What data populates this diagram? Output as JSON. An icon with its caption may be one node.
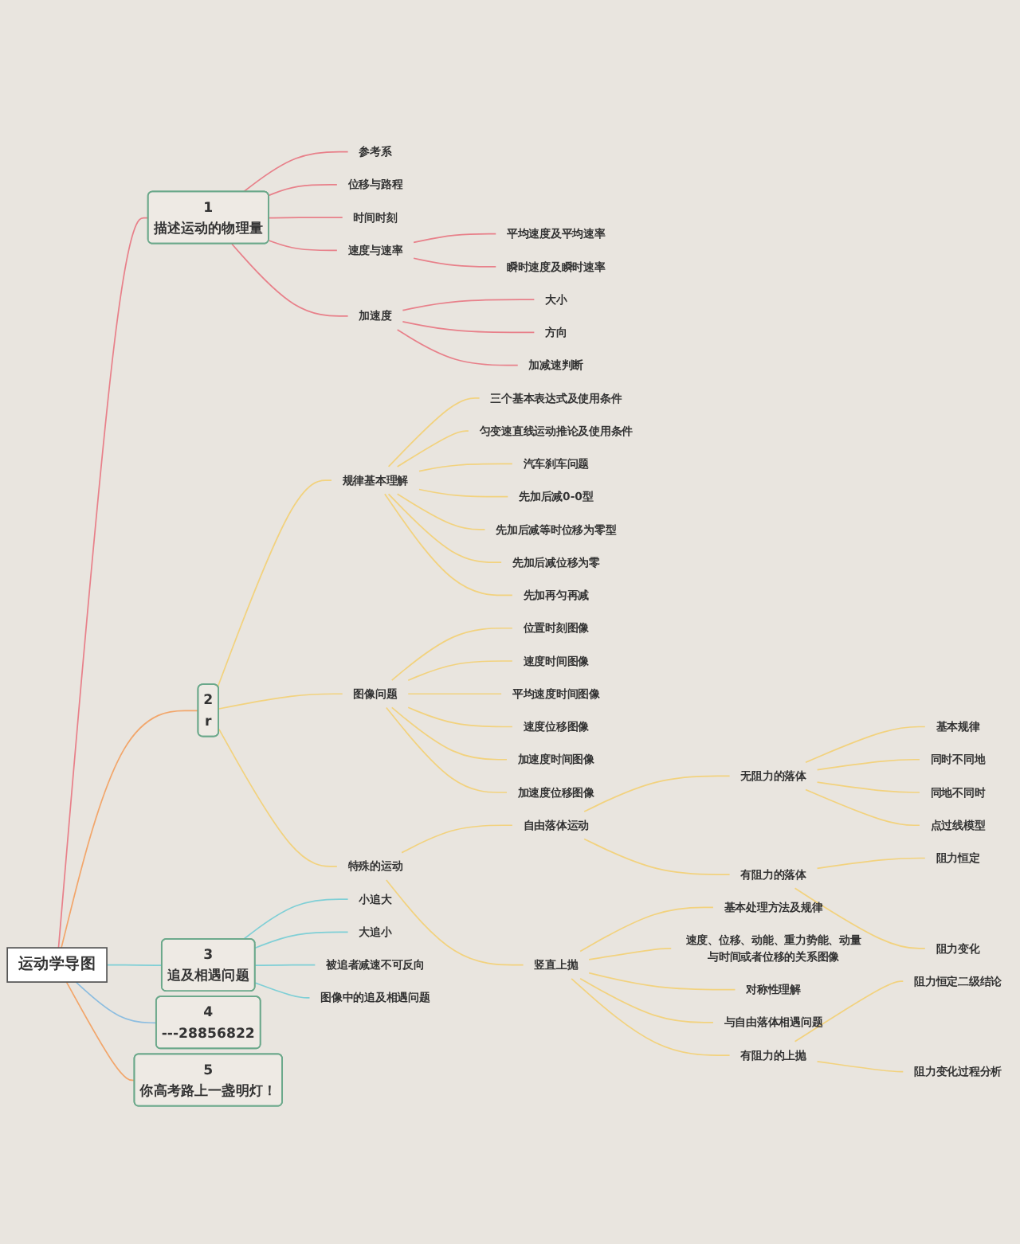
{
  "diagram": {
    "nodes": [
      {
        "text": [
          "运动学导图"
        ]
      },
      {
        "text": [
          "1",
          "描述运动的物理量"
        ]
      },
      {
        "text": [
          "参考系"
        ]
      },
      {
        "text": [
          "位移与路程"
        ]
      },
      {
        "text": [
          "时间时刻"
        ]
      },
      {
        "text": [
          "速度与速率"
        ]
      },
      {
        "text": [
          "平均速度及平均速率"
        ]
      },
      {
        "text": [
          "瞬时速度及瞬时速率"
        ]
      },
      {
        "text": [
          "加速度"
        ]
      },
      {
        "text": [
          "大小"
        ]
      },
      {
        "text": [
          "方向"
        ]
      },
      {
        "text": [
          "加减速判断"
        ]
      },
      {
        "text": [
          "2",
          "r"
        ]
      },
      {
        "text": [
          "规律基本理解"
        ]
      },
      {
        "text": [
          "三个基本表达式及使用条件"
        ]
      },
      {
        "text": [
          "匀变速直线运动推论及使用条件"
        ]
      },
      {
        "text": [
          "汽车刹车问题"
        ]
      },
      {
        "text": [
          "先加后减0-0型"
        ]
      },
      {
        "text": [
          "先加后减等时位移为零型"
        ]
      },
      {
        "text": [
          "先加后减位移为零"
        ]
      },
      {
        "text": [
          "先加再匀再减"
        ]
      },
      {
        "text": [
          "图像问题"
        ]
      },
      {
        "text": [
          "位置时刻图像"
        ]
      },
      {
        "text": [
          "速度时间图像"
        ]
      },
      {
        "text": [
          "平均速度时间图像"
        ]
      },
      {
        "text": [
          "速度位移图像"
        ]
      },
      {
        "text": [
          "加速度时间图像"
        ]
      },
      {
        "text": [
          "加速度位移图像"
        ]
      },
      {
        "text": [
          "特殊的运动"
        ]
      },
      {
        "text": [
          "自由落体运动"
        ]
      },
      {
        "text": [
          "无阻力的落体"
        ]
      },
      {
        "text": [
          "基本规律"
        ]
      },
      {
        "text": [
          "同时不同地"
        ]
      },
      {
        "text": [
          "同地不同时"
        ]
      },
      {
        "text": [
          "点过线模型"
        ]
      },
      {
        "text": [
          "有阻力的落体"
        ]
      },
      {
        "text": [
          "阻力恒定"
        ]
      },
      {
        "text": [
          "阻力变化"
        ]
      },
      {
        "text": [
          "竖直上抛"
        ]
      },
      {
        "text": [
          "基本处理方法及规律"
        ]
      },
      {
        "text": [
          "速度、位移、动能、重力势能、动量与时间或者位移的关系图像"
        ]
      },
      {
        "text": [
          "对称性理解"
        ]
      },
      {
        "text": [
          "与自由落体相遇问题"
        ]
      },
      {
        "text": [
          "有阻力的上抛"
        ]
      },
      {
        "text": [
          "阻力恒定二级结论"
        ]
      },
      {
        "text": [
          "阻力变化过程分析"
        ]
      },
      {
        "text": [
          "3",
          "追及相遇问题"
        ]
      },
      {
        "text": [
          "小追大"
        ]
      },
      {
        "text": [
          "大追小"
        ]
      },
      {
        "text": [
          "被追者减速不可反向"
        ]
      },
      {
        "text": [
          "图像中的追及相遇问题"
        ]
      },
      {
        "text": [
          "4",
          "---28856822"
        ]
      },
      {
        "text": [
          "5",
          "你高考路上一盏明灯！"
        ]
      }
    ],
    "edges": [
      {
        "from": 0,
        "to": 1,
        "arrow": "none",
        "color": "#e8808a"
      },
      {
        "from": 1,
        "to": 2,
        "arrow": "none",
        "color": "#e8808a"
      },
      {
        "from": 1,
        "to": 3,
        "arrow": "none",
        "color": "#e8808a"
      },
      {
        "from": 1,
        "to": 4,
        "arrow": "none",
        "color": "#e8808a"
      },
      {
        "from": 1,
        "to": 5,
        "arrow": "none",
        "color": "#e8808a"
      },
      {
        "from": 5,
        "to": 6,
        "arrow": "none",
        "color": "#e8808a"
      },
      {
        "from": 5,
        "to": 7,
        "arrow": "none",
        "color": "#e8808a"
      },
      {
        "from": 1,
        "to": 8,
        "arrow": "none",
        "color": "#e8808a"
      },
      {
        "from": 8,
        "to": 9,
        "arrow": "none",
        "color": "#e8808a"
      },
      {
        "from": 8,
        "to": 10,
        "arrow": "none",
        "color": "#e8808a"
      },
      {
        "from": 8,
        "to": 11,
        "arrow": "none",
        "color": "#e8808a"
      },
      {
        "from": 0,
        "to": 12,
        "arrow": "none",
        "color": "#f2a66b"
      },
      {
        "from": 12,
        "to": 13,
        "arrow": "none"
      },
      {
        "from": 13,
        "to": 14,
        "arrow": "none"
      },
      {
        "from": 13,
        "to": 15,
        "arrow": "none"
      },
      {
        "from": 13,
        "to": 16,
        "arrow": "none"
      },
      {
        "from": 13,
        "to": 17,
        "arrow": "none"
      },
      {
        "from": 13,
        "to": 18,
        "arrow": "none"
      },
      {
        "from": 13,
        "to": 19,
        "arrow": "none"
      },
      {
        "from": 13,
        "to": 20,
        "arrow": "none"
      },
      {
        "from": 12,
        "to": 21,
        "arrow": "none"
      },
      {
        "from": 21,
        "to": 22,
        "arrow": "none"
      },
      {
        "from": 21,
        "to": 23,
        "arrow": "none"
      },
      {
        "from": 21,
        "to": 24,
        "arrow": "none"
      },
      {
        "from": 21,
        "to": 25,
        "arrow": "none"
      },
      {
        "from": 21,
        "to": 26,
        "arrow": "none"
      },
      {
        "from": 21,
        "to": 27,
        "arrow": "none"
      },
      {
        "from": 12,
        "to": 28,
        "arrow": "none"
      },
      {
        "from": 28,
        "to": 29,
        "arrow": "none"
      },
      {
        "from": 29,
        "to": 30,
        "arrow": "none"
      },
      {
        "from": 30,
        "to": 31,
        "arrow": "none"
      },
      {
        "from": 30,
        "to": 32,
        "arrow": "none"
      },
      {
        "from": 30,
        "to": 33,
        "arrow": "none"
      },
      {
        "from": 30,
        "to": 34,
        "arrow": "none"
      },
      {
        "from": 29,
        "to": 35,
        "arrow": "none"
      },
      {
        "from": 35,
        "to": 36,
        "arrow": "none"
      },
      {
        "from": 35,
        "to": 37,
        "arrow": "none"
      },
      {
        "from": 28,
        "to": 38,
        "arrow": "none"
      },
      {
        "from": 38,
        "to": 39,
        "arrow": "none"
      },
      {
        "from": 38,
        "to": 40,
        "arrow": "none"
      },
      {
        "from": 38,
        "to": 41,
        "arrow": "none"
      },
      {
        "from": 38,
        "to": 42,
        "arrow": "none"
      },
      {
        "from": 38,
        "to": 43,
        "arrow": "none"
      },
      {
        "from": 43,
        "to": 44,
        "arrow": "none"
      },
      {
        "from": 43,
        "to": 45,
        "arrow": "none"
      },
      {
        "from": 0,
        "to": 46,
        "arrow": "none",
        "color": "#7fcfd6"
      },
      {
        "from": 46,
        "to": 47,
        "arrow": "none",
        "color": "#7fcfd6"
      },
      {
        "from": 46,
        "to": 48,
        "arrow": "none",
        "color": "#7fcfd6"
      },
      {
        "from": 46,
        "to": 49,
        "arrow": "none",
        "color": "#7fcfd6"
      },
      {
        "from": 46,
        "to": 50,
        "arrow": "none",
        "color": "#7fcfd6"
      },
      {
        "from": 0,
        "to": 51,
        "arrow": "none",
        "color": "#8cbde0"
      },
      {
        "from": 0,
        "to": 52,
        "arrow": "none",
        "color": "#f2a66b"
      }
    ]
  }
}
